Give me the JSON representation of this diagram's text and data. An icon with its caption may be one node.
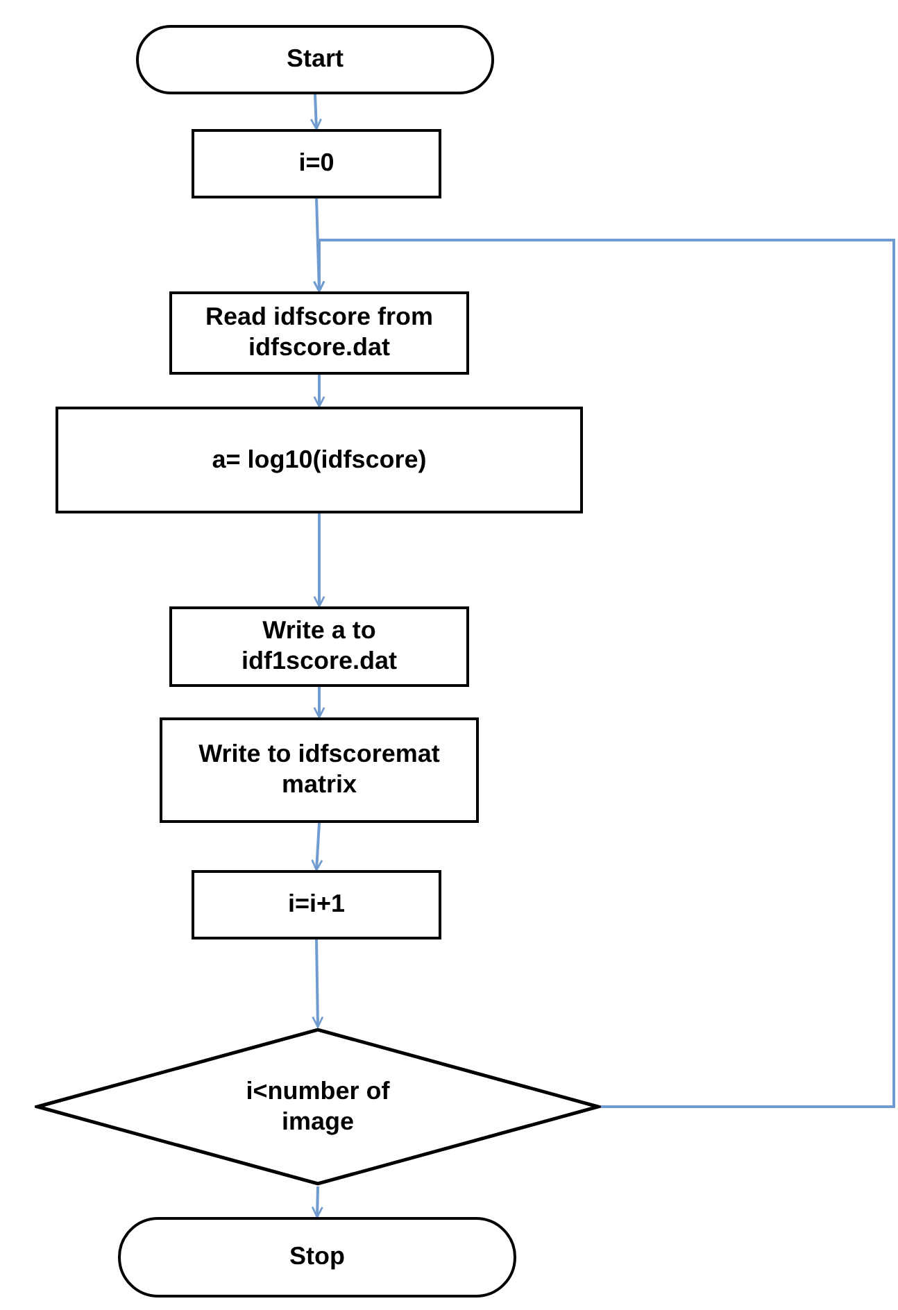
{
  "diagram": {
    "nodes": [
      {
        "text": [
          "Start"
        ]
      },
      {
        "text": [
          "i=0"
        ]
      },
      {
        "text": [
          "Read idfscore from idfscore.dat"
        ]
      },
      {
        "text": [
          "a= log10(idfscore)"
        ]
      },
      {
        "text": [
          "Write a to idf1score.dat"
        ]
      },
      {
        "text": [
          "Write to idfscoremat matrix"
        ]
      },
      {
        "text": [
          "i=i+1"
        ]
      },
      {
        "text": [
          "i<number of image"
        ]
      },
      {
        "text": [
          "Stop"
        ]
      }
    ],
    "edges": [
      {
        "from": 0,
        "to": 1,
        "arrow": "to"
      },
      {
        "from": 1,
        "to": 2,
        "arrow": "to"
      },
      {
        "from": 2,
        "to": 3,
        "arrow": "to"
      },
      {
        "from": 3,
        "to": 4,
        "arrow": "to"
      },
      {
        "from": 4,
        "to": 5,
        "arrow": "to"
      },
      {
        "from": 5,
        "to": 6,
        "arrow": "to"
      },
      {
        "from": 6,
        "to": 7,
        "arrow": "to"
      },
      {
        "from": 7,
        "to": 8,
        "arrow": "to"
      },
      {
        "from": 7,
        "to": 2,
        "arrow": "to"
      }
    ]
  }
}
